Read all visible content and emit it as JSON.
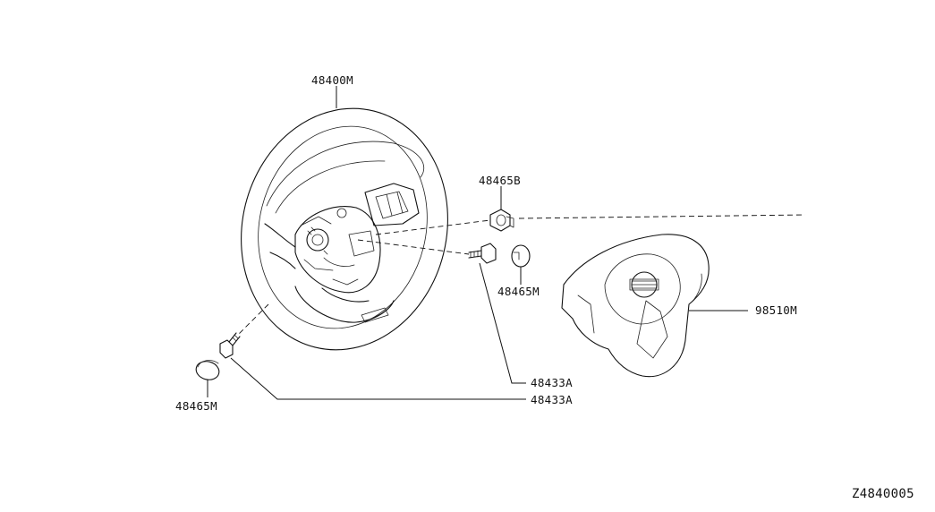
{
  "parts": {
    "steering_wheel": "48400M",
    "nut_top": "48465B",
    "cap_right": "48465M",
    "bolt_right": "48433A",
    "bolt_left": "48433A",
    "cap_left": "48465M",
    "airbag_module": "98510M"
  },
  "diagram_id": "Z4840005"
}
